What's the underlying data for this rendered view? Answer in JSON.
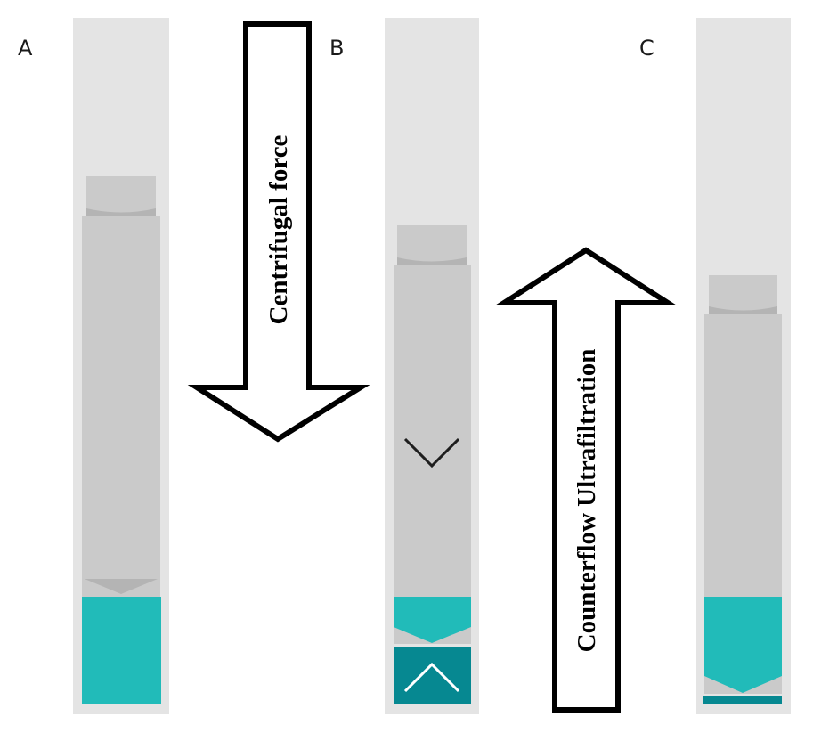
{
  "panels": [
    {
      "label": "A",
      "state": "initial",
      "teal_fill_shape": "flat",
      "filtrate_chamber": "none",
      "flow_indicator": "none"
    },
    {
      "label": "B",
      "state": "counterflow",
      "teal_fill_shape": "v-bottom",
      "filtrate_chamber": "full",
      "flow_indicator": "chevron-down / chevron-up"
    },
    {
      "label": "C",
      "state": "final",
      "teal_fill_shape": "v-bottom",
      "filtrate_chamber": "thin-layer",
      "flow_indicator": "none"
    }
  ],
  "arrows": {
    "down": {
      "text": "Centrifugal force",
      "direction": "down"
    },
    "up": {
      "text": "Counterflow Ultrafiltration",
      "direction": "up"
    }
  },
  "colors": {
    "tube_background": "#e4e4e4",
    "tube_body": "#cacaca",
    "cap_band": "#b4b4b4",
    "sample_teal": "#21bbb9",
    "filtrate_dark_teal": "#068891",
    "arrow_stroke": "#000000"
  }
}
